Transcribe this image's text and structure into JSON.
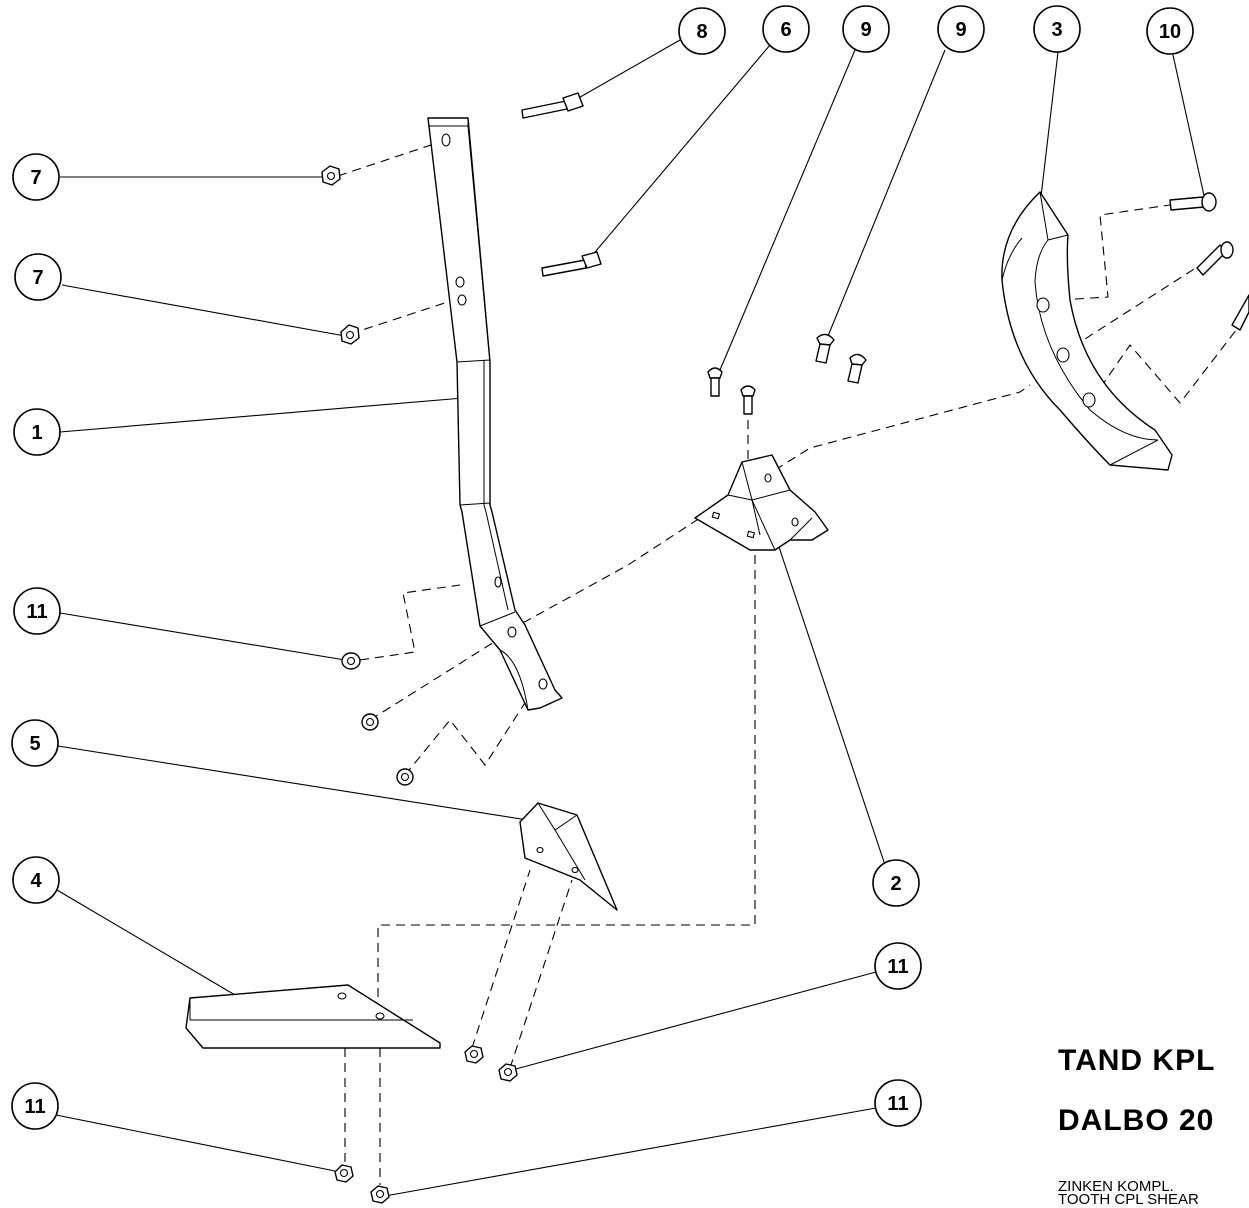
{
  "callouts": {
    "c8": "8",
    "c6": "6",
    "c9a": "9",
    "c9b": "9",
    "c3": "3",
    "c10": "10",
    "c7a": "7",
    "c7b": "7",
    "c1": "1",
    "c11a": "11",
    "c5": "5",
    "c4": "4",
    "c2": "2",
    "c11b": "11",
    "c11c": "11",
    "c11d": "11"
  },
  "title": {
    "line1": "TAND KPL",
    "line2": "DALBO 20",
    "sub1": "ZINKEN KOMPL.",
    "sub2": "TOOTH CPL SHEAR"
  }
}
